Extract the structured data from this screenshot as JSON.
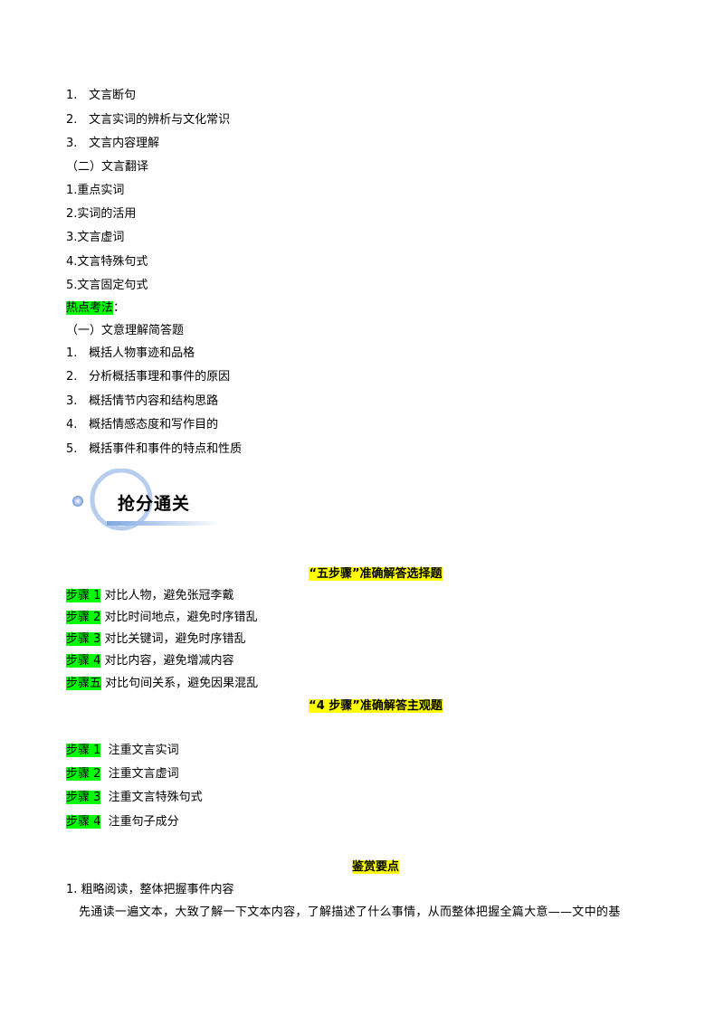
{
  "section1": [
    {
      "num": "1.",
      "text": "文言断句"
    },
    {
      "num": "2.",
      "text": "文言实词的辨析与文化常识"
    },
    {
      "num": "3.",
      "text": "文言内容理解"
    }
  ],
  "subheading_translation": "（二）文言翻译",
  "translation_items": [
    "1.重点实词",
    "2.实词的活用",
    "3.文言虚词",
    "4.文言特殊句式",
    "5.文言固定句式"
  ],
  "hot_label": "热点考法",
  "hot_colon": "：",
  "subheading_comprehension": "（一）文意理解简答题",
  "comprehension_items": [
    {
      "num": "1.",
      "text": "概括人物事迹和品格"
    },
    {
      "num": "2.",
      "text": "分析概括事理和事件的原因"
    },
    {
      "num": "3.",
      "text": "概括情节内容和结构思路"
    },
    {
      "num": "4.",
      "text": "概括情感态度和写作目的"
    },
    {
      "num": "5.",
      "text": "概括事件和事件的特点和性质"
    }
  ],
  "banner_title": "抢分通关",
  "five_steps": {
    "title": "“五步骤”准确解答选择题",
    "steps": [
      {
        "label": "步骤 1",
        "text": "对比人物，避免张冠李戴"
      },
      {
        "label": "步骤 2",
        "text": "对比时间地点，避免时序错乱"
      },
      {
        "label": "步骤 3",
        "text": "对比关键词，避免时序错乱"
      },
      {
        "label": "步骤 4",
        "text": "对比内容，避免增减内容"
      },
      {
        "label": "步骤五",
        "text": "对比句间关系，避免因果混乱"
      }
    ]
  },
  "four_steps": {
    "title": "“4 步骤”准确解答主观题",
    "steps": [
      {
        "label": "步骤 1",
        "text": "注重文言实词"
      },
      {
        "label": "步骤 2",
        "text": "注重文言虚词"
      },
      {
        "label": "步骤 3",
        "text": "注重文言特殊句式"
      },
      {
        "label": "步骤 4",
        "text": "注重句子成分"
      }
    ]
  },
  "appreciation": {
    "title": "鉴赏要点",
    "point1": "1. 粗略阅读，整体把握事件内容",
    "paragraph": "先通读一遍文本，大致了解一下文本内容，了解描述了什么事情，从而整体把握全篇大意——文中的基"
  },
  "colors": {
    "green_highlight": "#00ff00",
    "yellow_highlight": "#ffff00",
    "banner_blue": "#8fb4e6"
  }
}
